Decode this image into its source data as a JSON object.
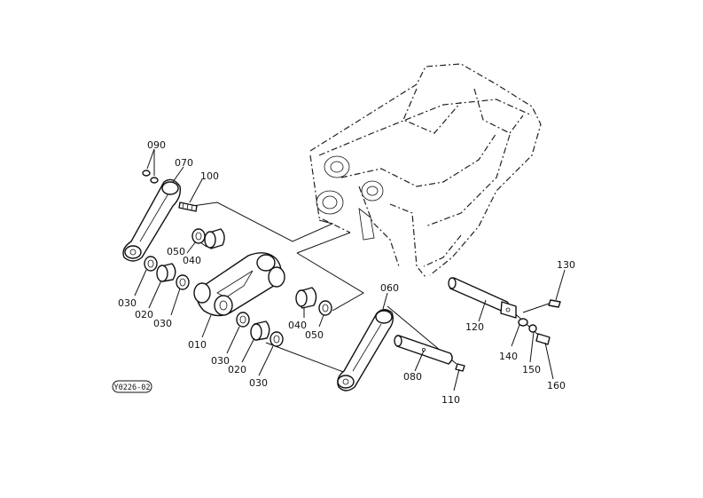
{
  "diagram": {
    "stamp": "Y0226-02",
    "parts": [
      {
        "id": "p010",
        "label": "010"
      },
      {
        "id": "p020a",
        "label": "020"
      },
      {
        "id": "p020b",
        "label": "020"
      },
      {
        "id": "p030a",
        "label": "030"
      },
      {
        "id": "p030b",
        "label": "030"
      },
      {
        "id": "p030c",
        "label": "030"
      },
      {
        "id": "p030d",
        "label": "030"
      },
      {
        "id": "p040a",
        "label": "040"
      },
      {
        "id": "p040b",
        "label": "040"
      },
      {
        "id": "p050a",
        "label": "050"
      },
      {
        "id": "p050b",
        "label": "050"
      },
      {
        "id": "p060",
        "label": "060"
      },
      {
        "id": "p070",
        "label": "070"
      },
      {
        "id": "p080",
        "label": "080"
      },
      {
        "id": "p090",
        "label": "090"
      },
      {
        "id": "p100",
        "label": "100"
      },
      {
        "id": "p110",
        "label": "110"
      },
      {
        "id": "p120",
        "label": "120"
      },
      {
        "id": "p130",
        "label": "130"
      },
      {
        "id": "p140",
        "label": "140"
      },
      {
        "id": "p150",
        "label": "150"
      },
      {
        "id": "p160",
        "label": "160"
      }
    ]
  }
}
